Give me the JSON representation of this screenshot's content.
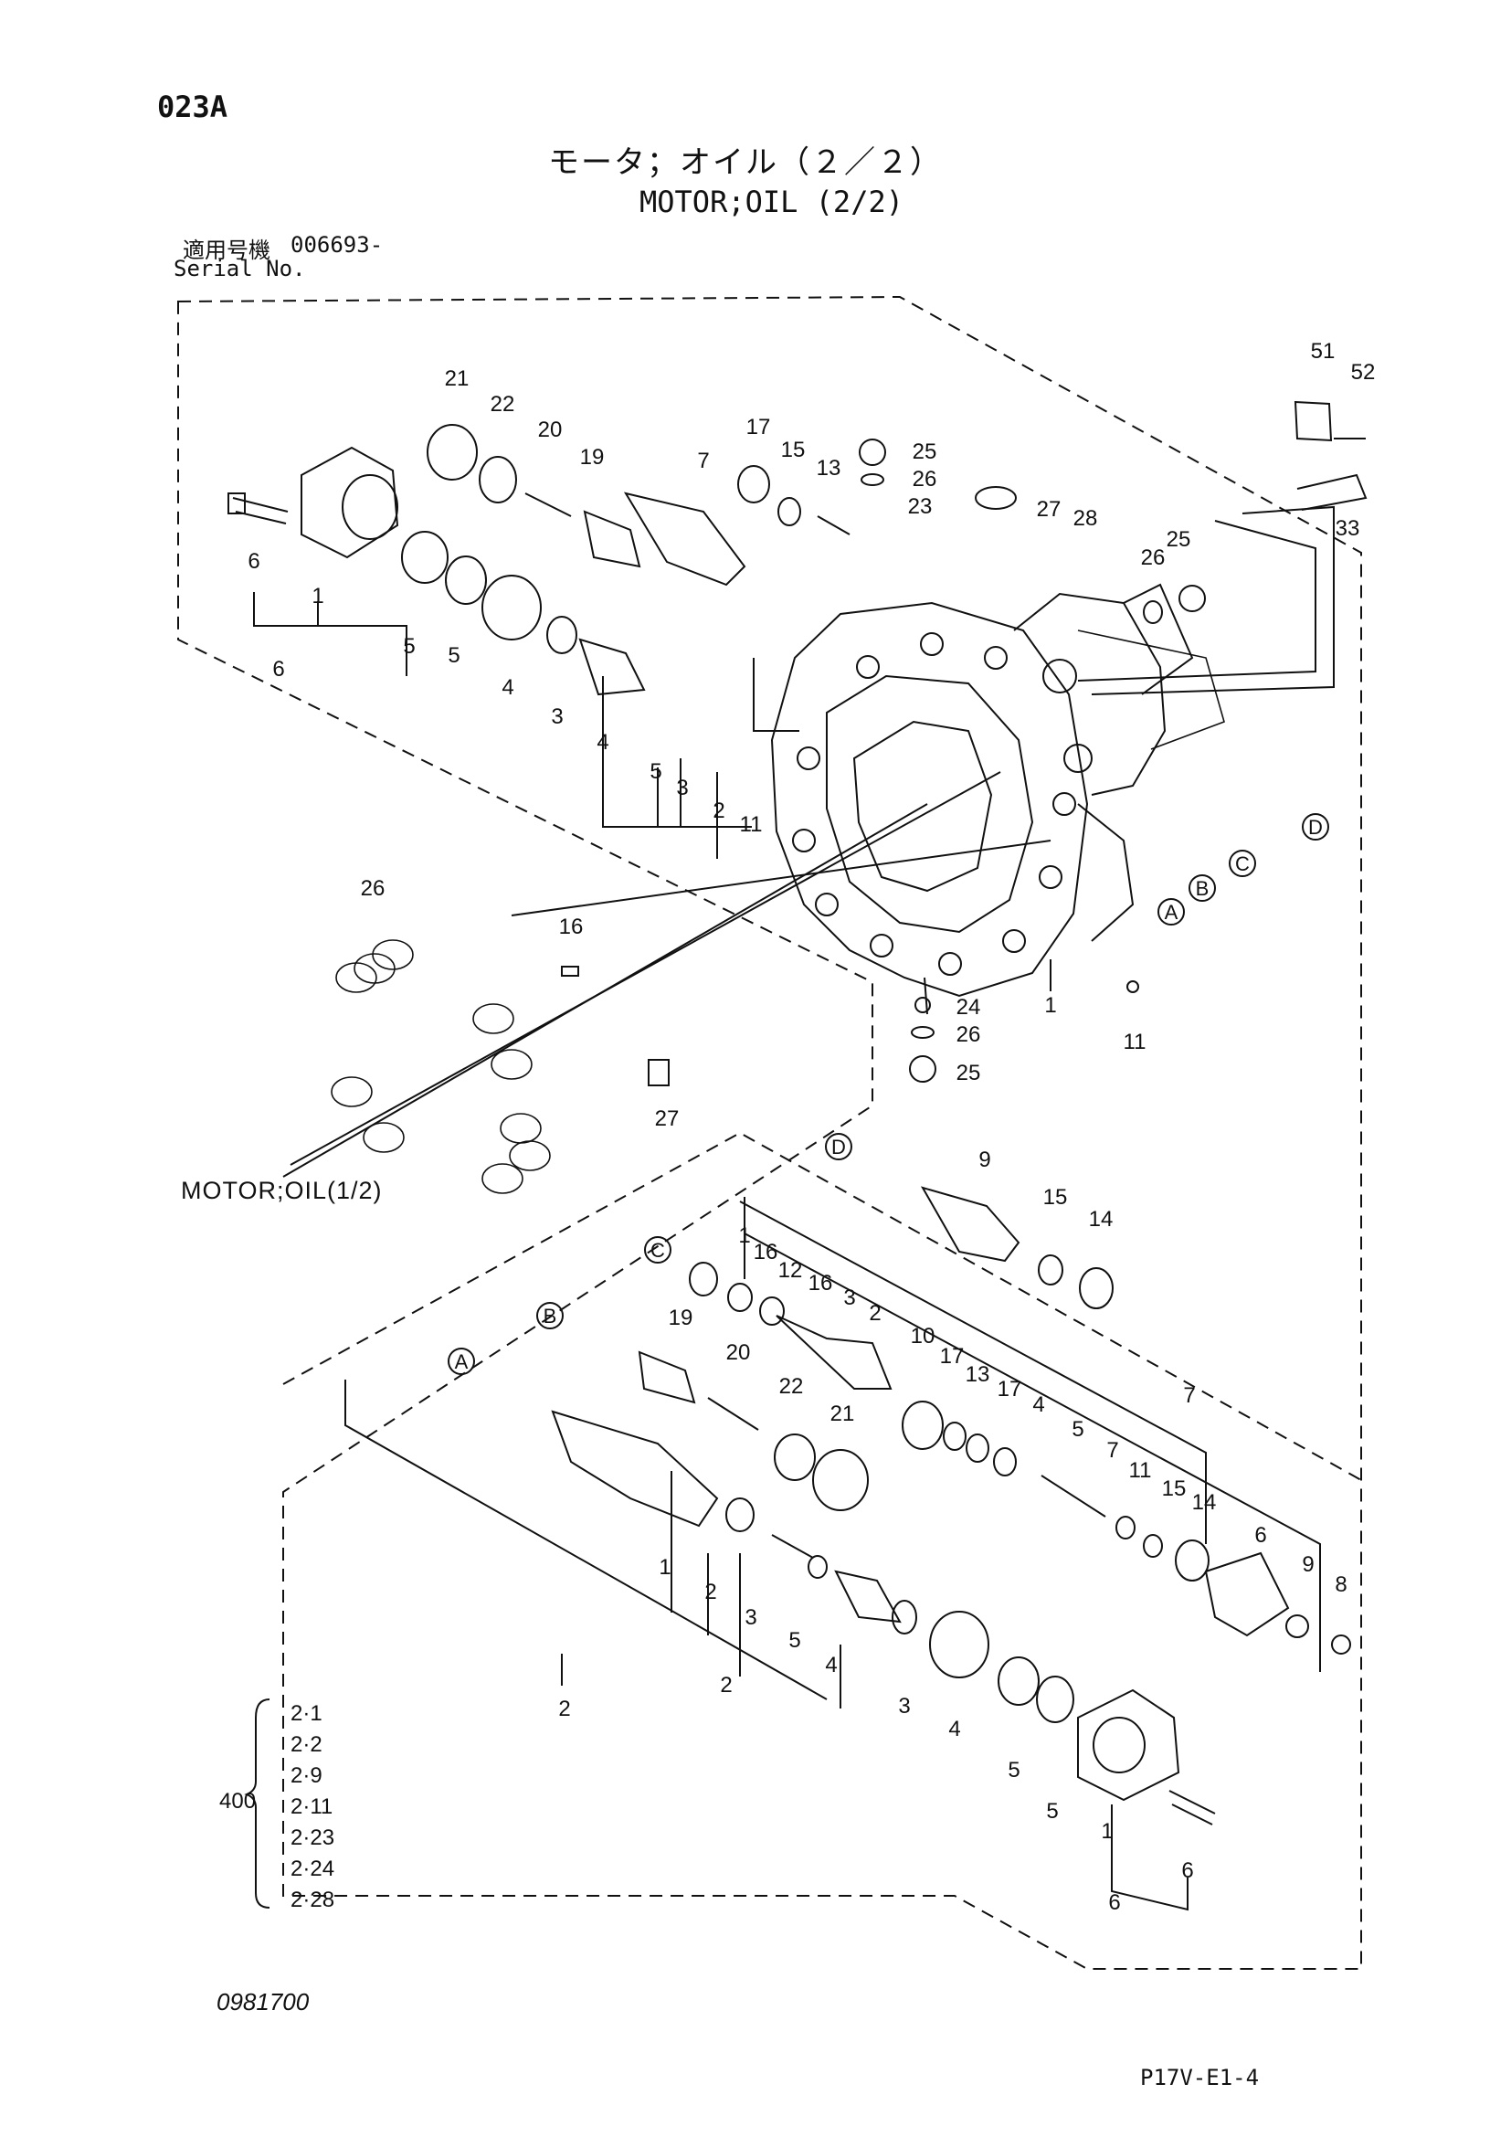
{
  "page_code": "023A",
  "title_jp": "モータ；オイル（２／２）",
  "title_en": "MOTOR;OIL (2/2)",
  "serial": {
    "label_jp": "適用号機",
    "value": "006693-",
    "label_en": "Serial No."
  },
  "cross_ref": "MOTOR;OIL(1/2)",
  "bracket_group": {
    "label": "400",
    "items": [
      "2·1",
      "2·2",
      "2·9",
      "2·11",
      "2·23",
      "2·24",
      "2·28"
    ]
  },
  "doc_number": "0981700",
  "page_ref": "P17V-E1-4",
  "callouts_upper": [
    "21",
    "22",
    "20",
    "19",
    "7",
    "17",
    "15",
    "13",
    "25",
    "26",
    "23",
    "27",
    "28",
    "51",
    "52",
    "33",
    "26",
    "25",
    "6",
    "1",
    "5",
    "5",
    "6",
    "4",
    "3",
    "4",
    "5",
    "3",
    "2",
    "11",
    "26",
    "16",
    "1",
    "11",
    "24",
    "26",
    "25",
    "27"
  ],
  "callouts_lower": [
    "9",
    "15",
    "14",
    "1",
    "16",
    "12",
    "16",
    "3",
    "2",
    "19",
    "20",
    "22",
    "21",
    "10",
    "17",
    "13",
    "17",
    "4",
    "5",
    "7",
    "11",
    "15",
    "14",
    "7",
    "6",
    "9",
    "8",
    "1",
    "2",
    "3",
    "5",
    "4",
    "2",
    "3",
    "4",
    "5",
    "5",
    "1",
    "6",
    "6",
    "2"
  ],
  "circled_refs": [
    "A",
    "B",
    "C",
    "D"
  ]
}
